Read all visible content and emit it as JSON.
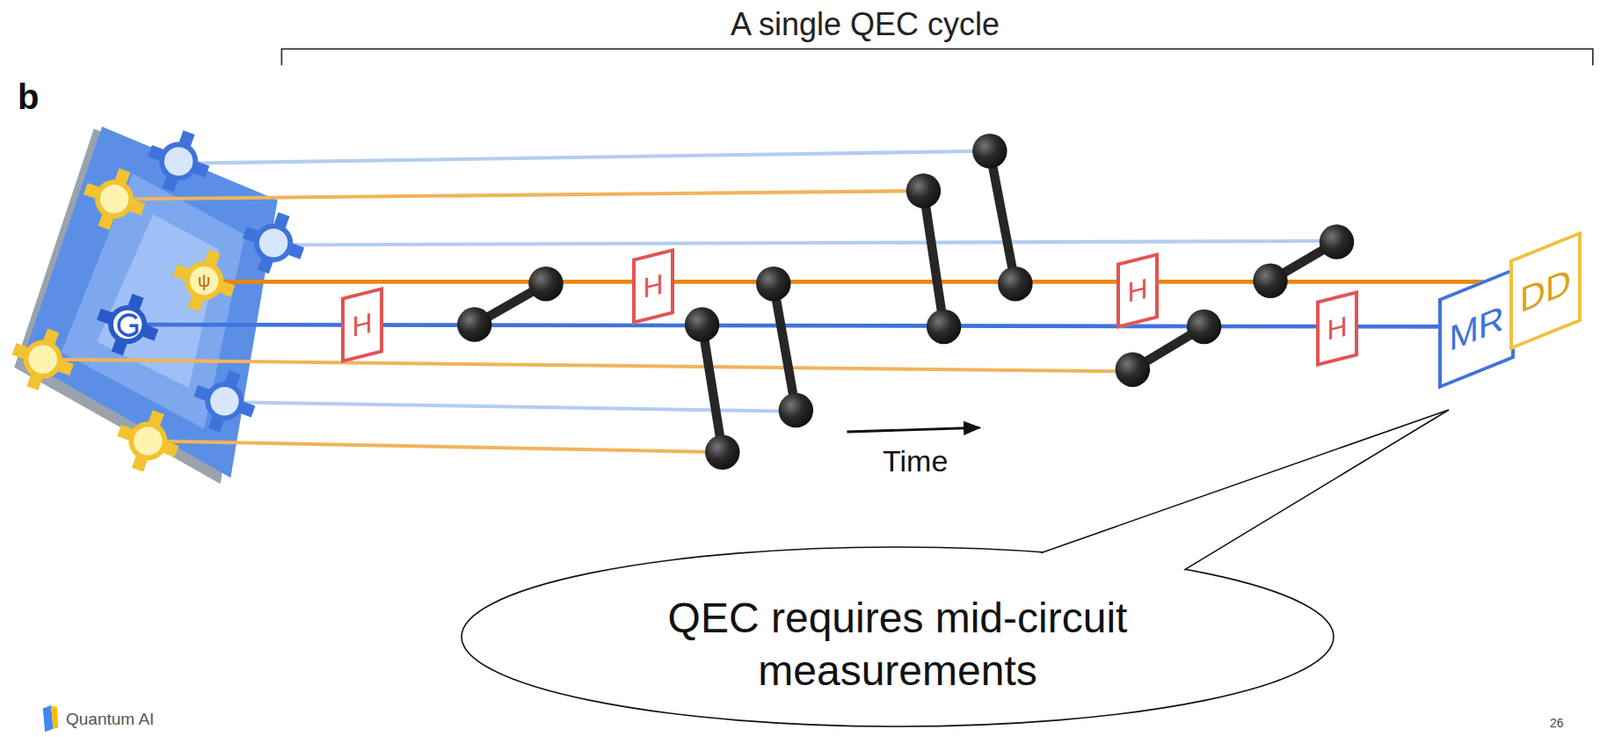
{
  "diagram": {
    "title": "A single QEC cycle",
    "nodes": [
      {
        "text": [
          "H"
        ]
      },
      {
        "text": [
          "H"
        ]
      },
      {
        "text": [
          "H"
        ]
      },
      {
        "text": [
          "H"
        ]
      },
      {
        "text": [
          "MR"
        ]
      },
      {
        "text": [
          "DD"
        ]
      },
      {
        "text": [
          "QEC requires mid-circuit measurements"
        ]
      }
    ],
    "labels": [
      "b",
      "ψ",
      "Time",
      "Quantum AI",
      "26"
    ]
  }
}
